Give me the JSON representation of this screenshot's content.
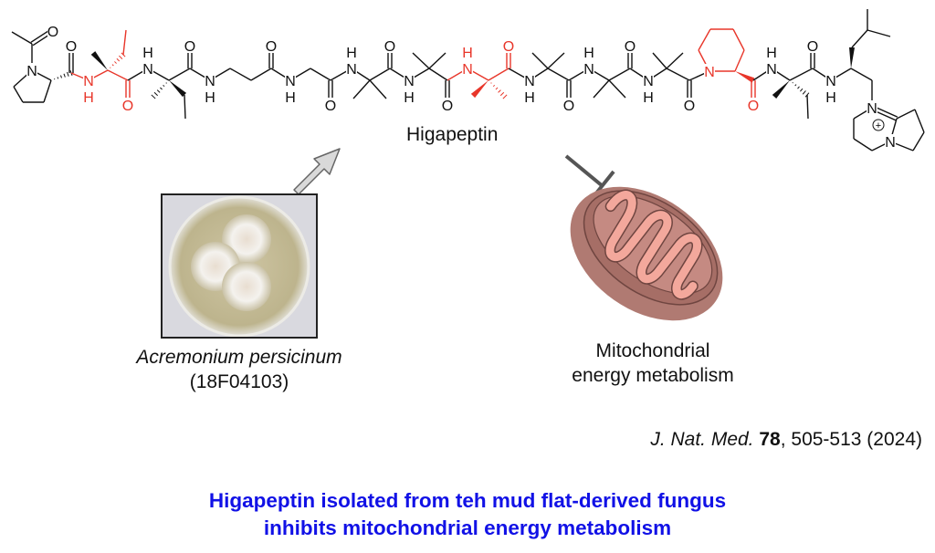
{
  "structure": {
    "name": "Higapeptin",
    "symbols": {
      "nitrogen": "N",
      "oxygen": "O",
      "hydrogen": "H",
      "charge": "+"
    },
    "colors": {
      "bond": "#111111",
      "highlight": "#e8362a"
    }
  },
  "producer": {
    "species": "Acremonium persicinum",
    "strain": "(18F04103)"
  },
  "target": {
    "line1": "Mitochondrial",
    "line2": "energy metabolism"
  },
  "citation": {
    "journal": "J. Nat. Med.",
    "volume": "78",
    "pages_year": ", 505-513 (2024)"
  },
  "headline": {
    "line1": "Higapeptin isolated from teh mud flat-derived fungus",
    "line2": "inhibits mitochondrial energy metabolism",
    "color": "#1111e6"
  },
  "colors": {
    "arrow_fill": "#d9d9d9",
    "arrow_stroke": "#666666",
    "inhibit": "#555555",
    "mito_outer": "#b07a72",
    "mito_inner": "#f3a89c"
  }
}
